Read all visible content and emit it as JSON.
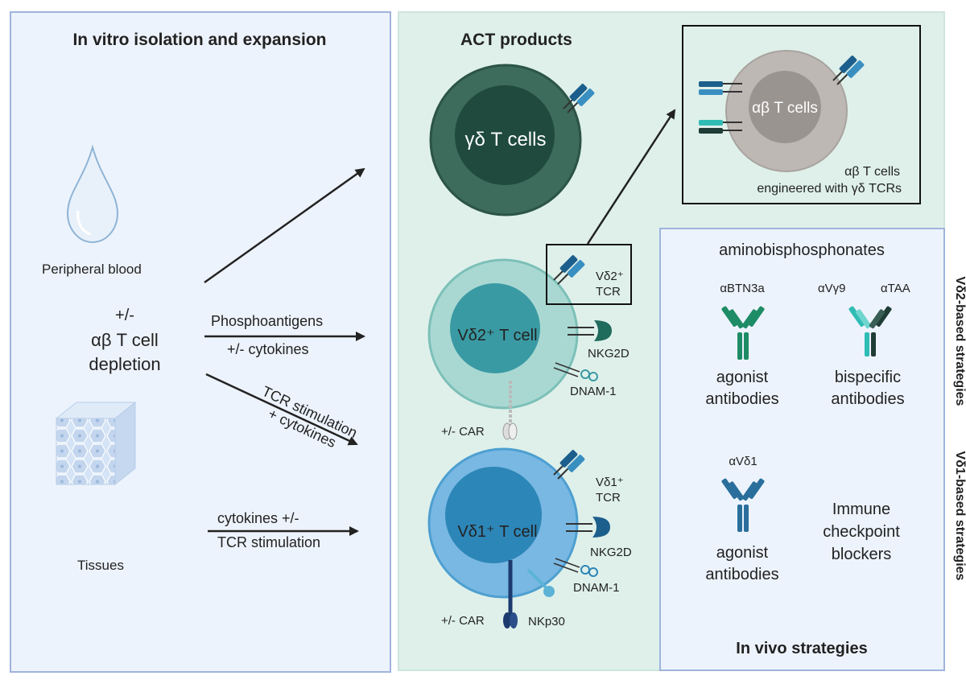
{
  "left_panel": {
    "title": "In vitro isolation and expansion",
    "blood_label": "Peripheral blood",
    "depletion_line1": "+/-",
    "depletion_line2": "αβ T cell",
    "depletion_line3": "depletion",
    "tissues_label": "Tissues",
    "arrow2_label_top": "Phosphoantigens",
    "arrow2_label_bottom": "+/- cytokines",
    "arrow3_label_line1": "TCR stimulation",
    "arrow3_label_line2": "+ cytokines",
    "arrow4_label_top": "cytokines +/-",
    "arrow4_label_bottom": "TCR stimulation"
  },
  "act_panel": {
    "title": "ACT products",
    "gd_cell_label": "γδ T cells",
    "ab_cell_label": "αβ T cells",
    "engineered_line1": "αβ T cells",
    "engineered_line2": "engineered with γδ TCRs",
    "vd2_cell_label": "Vδ2⁺ T cell",
    "vd2_tcr_line1": "Vδ2⁺",
    "vd2_tcr_line2": "TCR",
    "vd2_nkg2d": "NKG2D",
    "vd2_dnam": "DNAM-1",
    "vd2_car": "+/- CAR",
    "vd1_cell_label": "Vδ1⁺ T cell",
    "vd1_tcr_line1": "Vδ1⁺",
    "vd1_tcr_line2": "TCR",
    "vd1_nkg2d": "NKG2D",
    "vd1_dnam": "DNAM-1",
    "vd1_car": "+/- CAR",
    "vd1_nkp30": "NKp30"
  },
  "vivo_panel": {
    "aminobisphosphonates": "aminobisphosphonates",
    "abtn3a": "αBTN3a",
    "avg9": "αVγ9",
    "ataa": "αTAA",
    "agonist1_line1": "agonist",
    "agonist1_line2": "antibodies",
    "bispecific_line1": "bispecific",
    "bispecific_line2": "antibodies",
    "avd1": "αVδ1",
    "agonist2_line1": "agonist",
    "agonist2_line2": "antibodies",
    "icb_line1": "Immune",
    "icb_line2": "checkpoint",
    "icb_line3": "blockers",
    "title": "In vivo strategies",
    "side_label_vd2": "Vδ2-based strategies",
    "side_label_vd1": "Vδ1-based strategies"
  },
  "colors": {
    "left_bg": "#edf3fc",
    "act_bg": "#dff0ea",
    "gd_cell_outer": "#3d6b5c",
    "gd_cell_inner": "#1f4a3d",
    "ab_cell_outer": "#bdb8b4",
    "ab_cell_inner": "#9a9490",
    "vd2_cell_outer": "#a9d8d2",
    "vd2_cell_inner": "#3a9aa3",
    "vd1_cell_outer": "#79b8e3",
    "vd1_cell_inner": "#2d86b8",
    "antibody_green": "#1e8c66",
    "antibody_teal": "#2fbcb4",
    "antibody_dark": "#1f3d36",
    "antibody_blue": "#2a6f9c"
  },
  "icons": {
    "blood": "blood-drop-icon",
    "tissue": "tissue-cube-icon",
    "tcr": "tcr-receptor-icon",
    "antibody": "antibody-icon"
  }
}
